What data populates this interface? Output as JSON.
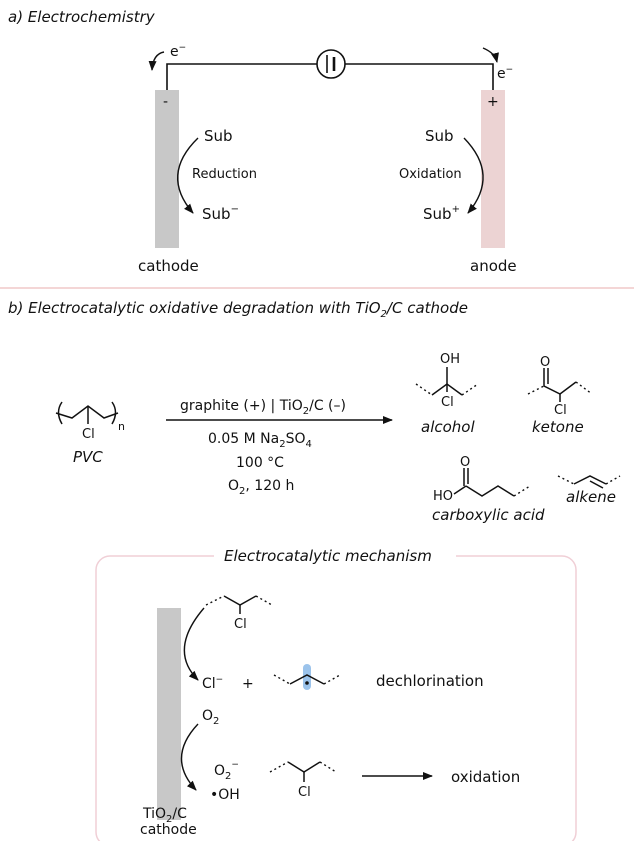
{
  "section_a": {
    "title": "a) Electrochemistry",
    "electron_left": "e",
    "electron_right": "e",
    "electron_charge": "−",
    "cathode_sign": "-",
    "anode_sign": "+",
    "cathode_sub": "Sub",
    "cathode_process": "Reduction",
    "cathode_product_base": "Sub",
    "cathode_product_charge": "−",
    "anode_sub": "Sub",
    "anode_process": "Oxidation",
    "anode_product_base": "Sub",
    "anode_product_charge": "+",
    "cathode_label": "cathode",
    "anode_label": "anode"
  },
  "section_b": {
    "title_pre": "b) Electrocatalytic oxidative degradation with TiO",
    "title_sub": "2",
    "title_post": "/C cathode",
    "polymer_sub_n": "n",
    "polymer_cl": "Cl",
    "polymer_name": "PVC",
    "cond1_pre": "graphite (+) | TiO",
    "cond1_sub": "2",
    "cond1_post": "/C (–)",
    "cond2_pre": "0.05 M Na",
    "cond2_sub1": "2",
    "cond2_mid": "SO",
    "cond2_sub2": "4",
    "cond3": "100 °C",
    "cond4_pre": "O",
    "cond4_sub": "2",
    "cond4_post": ", 120 h",
    "alcohol_oh": "OH",
    "alcohol_cl": "Cl",
    "alcohol_label": "alcohol",
    "ketone_o": "O",
    "ketone_cl": "Cl",
    "ketone_label": "ketone",
    "acid_o": "O",
    "acid_ho": "HO",
    "acid_label": "carboxylic acid",
    "alkene_label": "alkene"
  },
  "mechanism": {
    "title": "Electrocatalytic mechanism",
    "cl_top": "Cl",
    "cl_ion": "Cl",
    "cl_ion_charge": "−",
    "plus": "+",
    "dechlorination": "dechlorination",
    "o2_base": "O",
    "o2_sub": "2",
    "superoxide_base": "O",
    "superoxide_sub": "2",
    "superoxide_charge": "−",
    "hydroxyl": "•OH",
    "cl_bottom": "Cl",
    "oxidation": "oxidation",
    "electrode_pre": "TiO",
    "electrode_sub": "2",
    "electrode_post": "/C",
    "electrode_label2": "cathode"
  },
  "colors": {
    "cathode": "#c8c8c8",
    "anode": "#ecd3d3",
    "divider": "#f0c9c9",
    "box_border": "#f0cfd6",
    "radical": "#8ab8e8"
  }
}
